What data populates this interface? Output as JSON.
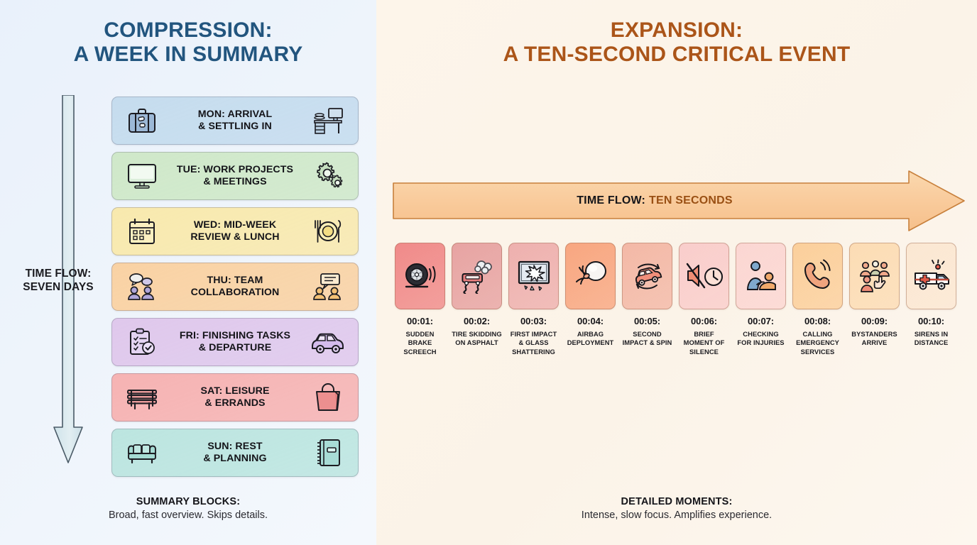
{
  "left": {
    "title_line1": "COMPRESSION:",
    "title_line2": "A WEEK IN SUMMARY",
    "title_color": "#22557e",
    "background": "#eef4fb",
    "time_flow": {
      "label_line1": "TIME FLOW:",
      "label_line2": "SEVEN DAYS",
      "direction": "down",
      "arrow_fill": "#d3e4ea"
    },
    "blocks": [
      {
        "line1": "MON: ARRIVAL",
        "line2": "& SETTLING IN",
        "color": "#c5dcee",
        "icon_left": "suitcase-icon",
        "icon_right": "desk-computer-icon"
      },
      {
        "line1": "TUE: WORK PROJECTS",
        "line2": "& MEETINGS",
        "color": "#cfe8c9",
        "icon_left": "monitor-icon",
        "icon_right": "gears-icon"
      },
      {
        "line1": "WED: MID-WEEK",
        "line2": "REVIEW & LUNCH",
        "color": "#f8e9ae",
        "icon_left": "calendar-icon",
        "icon_right": "plate-cutlery-icon"
      },
      {
        "line1": "THU: TEAM",
        "line2": "COLLABORATION",
        "color": "#f9d2a4",
        "icon_left": "speech-bubbles-people-icon",
        "icon_right": "chat-people-icon"
      },
      {
        "line1": "FRI: FINISHING TASKS",
        "line2": "& DEPARTURE",
        "color": "#dfc8ec",
        "icon_left": "clipboard-check-icon",
        "icon_right": "car-icon"
      },
      {
        "line1": "SAT: LEISURE",
        "line2": "& ERRANDS",
        "color": "#f6b3b3",
        "icon_left": "bench-icon",
        "icon_right": "shopping-bag-icon"
      },
      {
        "line1": "SUN: REST",
        "line2": "& PLANNING",
        "color": "#bce5e0",
        "icon_left": "sofa-icon",
        "icon_right": "notebook-icon"
      }
    ],
    "footer_title": "SUMMARY BLOCKS:",
    "footer_sub": "Broad, fast overview. Skips details."
  },
  "right": {
    "title_line1": "EXPANSION:",
    "title_line2": "A TEN-SECOND CRITICAL EVENT",
    "title_color": "#ab5519",
    "background": "#fbf3e8",
    "time_flow": {
      "label_key": "TIME FLOW:",
      "label_value": "TEN SECONDS",
      "direction": "right",
      "arrow_fill": "#f8cfa0"
    },
    "moments": [
      {
        "time": "00:01:",
        "desc": "SUDDEN BRAKE SCREECH",
        "color": "#f08a89",
        "icon": "tire-skid-icon"
      },
      {
        "time": "00:02:",
        "desc": "TIRE SKIDDING ON ASPHALT",
        "color": "#e7a3a2",
        "icon": "car-smoke-skid-icon"
      },
      {
        "time": "00:03:",
        "desc": "FIRST IMPACT & GLASS SHATTERING",
        "color": "#eeb0ae",
        "icon": "shattered-glass-icon"
      },
      {
        "time": "00:04:",
        "desc": "AIRBAG DEPLOYMENT",
        "color": "#f8a680",
        "icon": "airbag-icon"
      },
      {
        "time": "00:05:",
        "desc": "SECOND IMPACT & SPIN",
        "color": "#f3b8a6",
        "icon": "car-spin-icon"
      },
      {
        "time": "00:06:",
        "desc": "BRIEF MOMENT OF SILENCE",
        "color": "#f9cdcb",
        "icon": "mute-clock-icon"
      },
      {
        "time": "00:07:",
        "desc": "CHECKING FOR INJURIES",
        "color": "#fbd6d2",
        "icon": "first-aid-person-icon"
      },
      {
        "time": "00:08:",
        "desc": "CALLING EMERGENCY SERVICES",
        "color": "#fbcf9b",
        "icon": "phone-ringing-icon"
      },
      {
        "time": "00:09:",
        "desc": "BYSTANDERS ARRIVE",
        "color": "#fcdcb4",
        "icon": "crowd-people-icon"
      },
      {
        "time": "00:10:",
        "desc": "SIRENS IN DISTANCE",
        "color": "#fbe7d2",
        "icon": "ambulance-icon"
      }
    ],
    "footer_title": "DETAILED MOMENTS:",
    "footer_sub": "Intense, slow focus. Amplifies experience."
  }
}
